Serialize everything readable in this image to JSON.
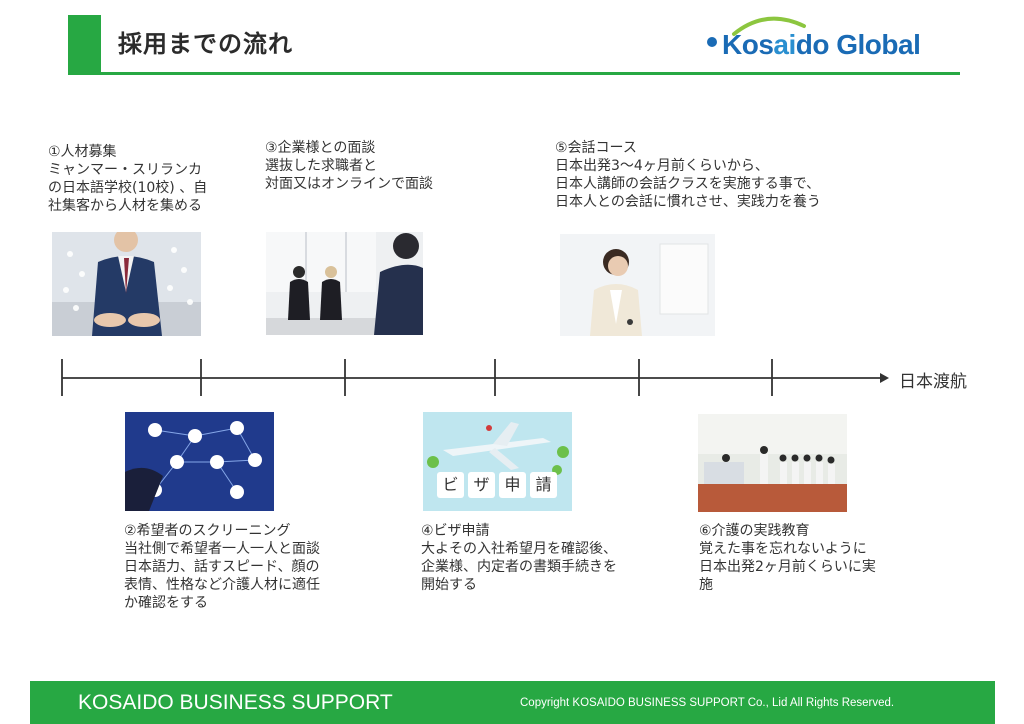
{
  "header": {
    "title": "採用までの流れ",
    "logo": {
      "text_main": "Kos",
      "text_accent": "ai",
      "text_rest": "do Global",
      "full": "Kosaido Global"
    }
  },
  "steps": [
    {
      "lines": [
        "①人材募集",
        "ミャンマー・スリランカ",
        "の日本語学校(10校) 、自",
        "社集客から人材を集める"
      ]
    },
    {
      "lines": [
        "②希望者のスクリーニング",
        "当社側で希望者一人一人と面談",
        "日本語力、話すスピード、顔の",
        "表情、性格など介護人材に適任",
        "か確認をする"
      ]
    },
    {
      "lines": [
        "③企業様との面談",
        "選抜した求職者と",
        "対面又はオンラインで面談"
      ]
    },
    {
      "lines": [
        "④ビザ申請",
        "大よその入社希望月を確認後、",
        "企業様、内定者の書類手続きを",
        "開始する"
      ]
    },
    {
      "lines": [
        "⑤会話コース",
        "日本出発3～4ヶ月前くらいから、",
        "日本人講師の会話クラスを実施する事で、",
        "日本人との会話に慣れさせ、実践力を養う"
      ]
    },
    {
      "lines": [
        "⑥介護の実践教育",
        "覚えた事を忘れないように",
        "日本出発2ヶ月前くらいに実",
        "施"
      ]
    }
  ],
  "timeline": {
    "end_label": "日本渡航"
  },
  "visa_image": {
    "chars": [
      "ビ",
      "ザ",
      "申",
      "請"
    ]
  },
  "footer": {
    "brand": "KOSAIDO BUSINESS SUPPORT",
    "copyright": "Copyright  KOSAIDO BUSINESS SUPPORT Co., Lid  All Rights Reserved."
  }
}
